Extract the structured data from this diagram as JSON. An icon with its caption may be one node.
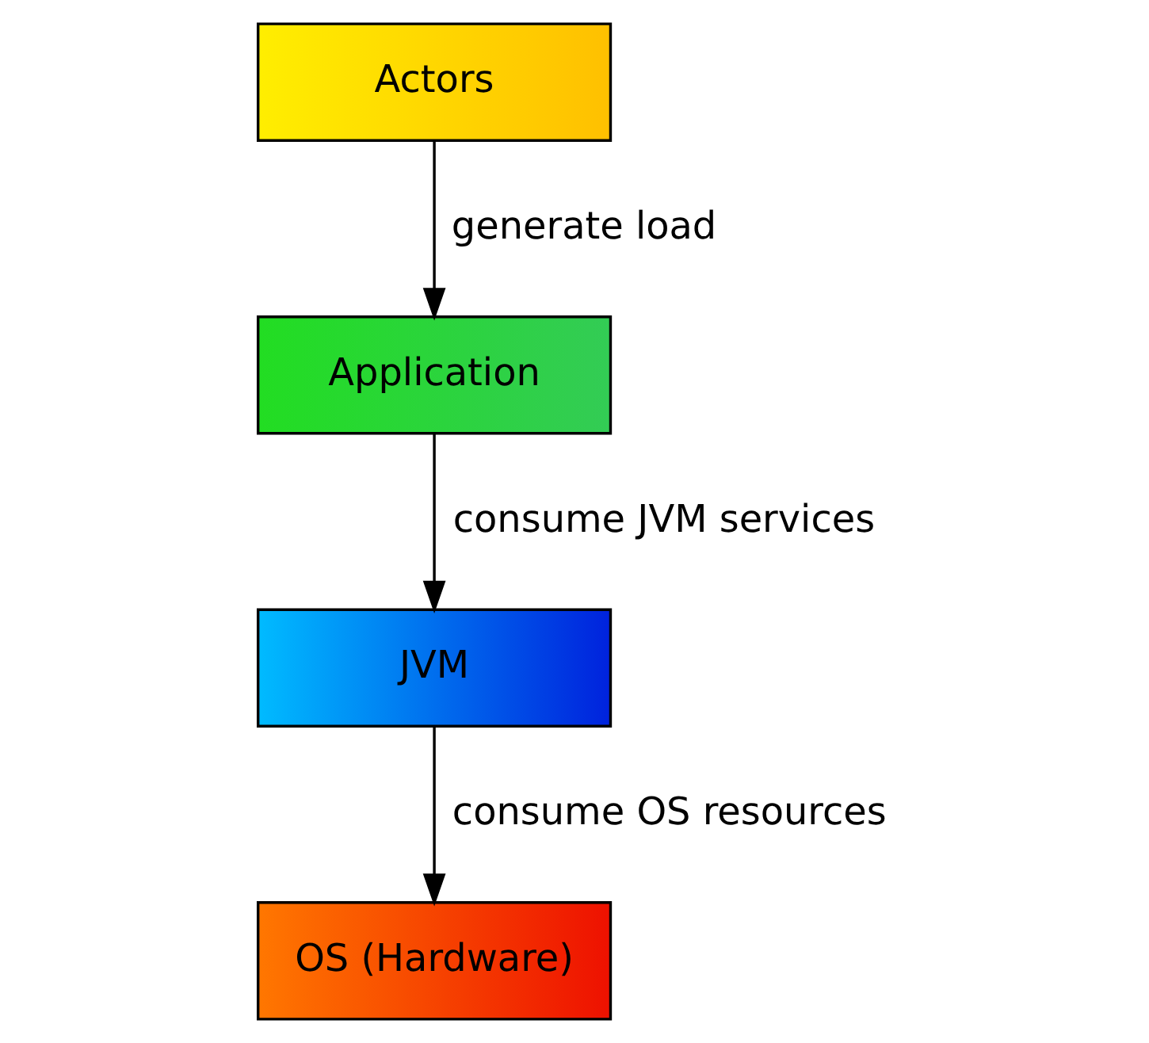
{
  "diagram": {
    "nodes": [
      {
        "text": [
          "Actors"
        ]
      },
      {
        "text": [
          "Application"
        ]
      },
      {
        "text": [
          "JVM"
        ]
      },
      {
        "text": [
          "OS (Hardware)"
        ]
      }
    ],
    "edges": [
      {
        "from": 0,
        "to": 1,
        "arrow": "to",
        "label": "generate load"
      },
      {
        "from": 1,
        "to": 2,
        "arrow": "to",
        "label": "consume JVM services"
      },
      {
        "from": 2,
        "to": 3,
        "arrow": "to",
        "label": "consume OS resources"
      }
    ]
  }
}
